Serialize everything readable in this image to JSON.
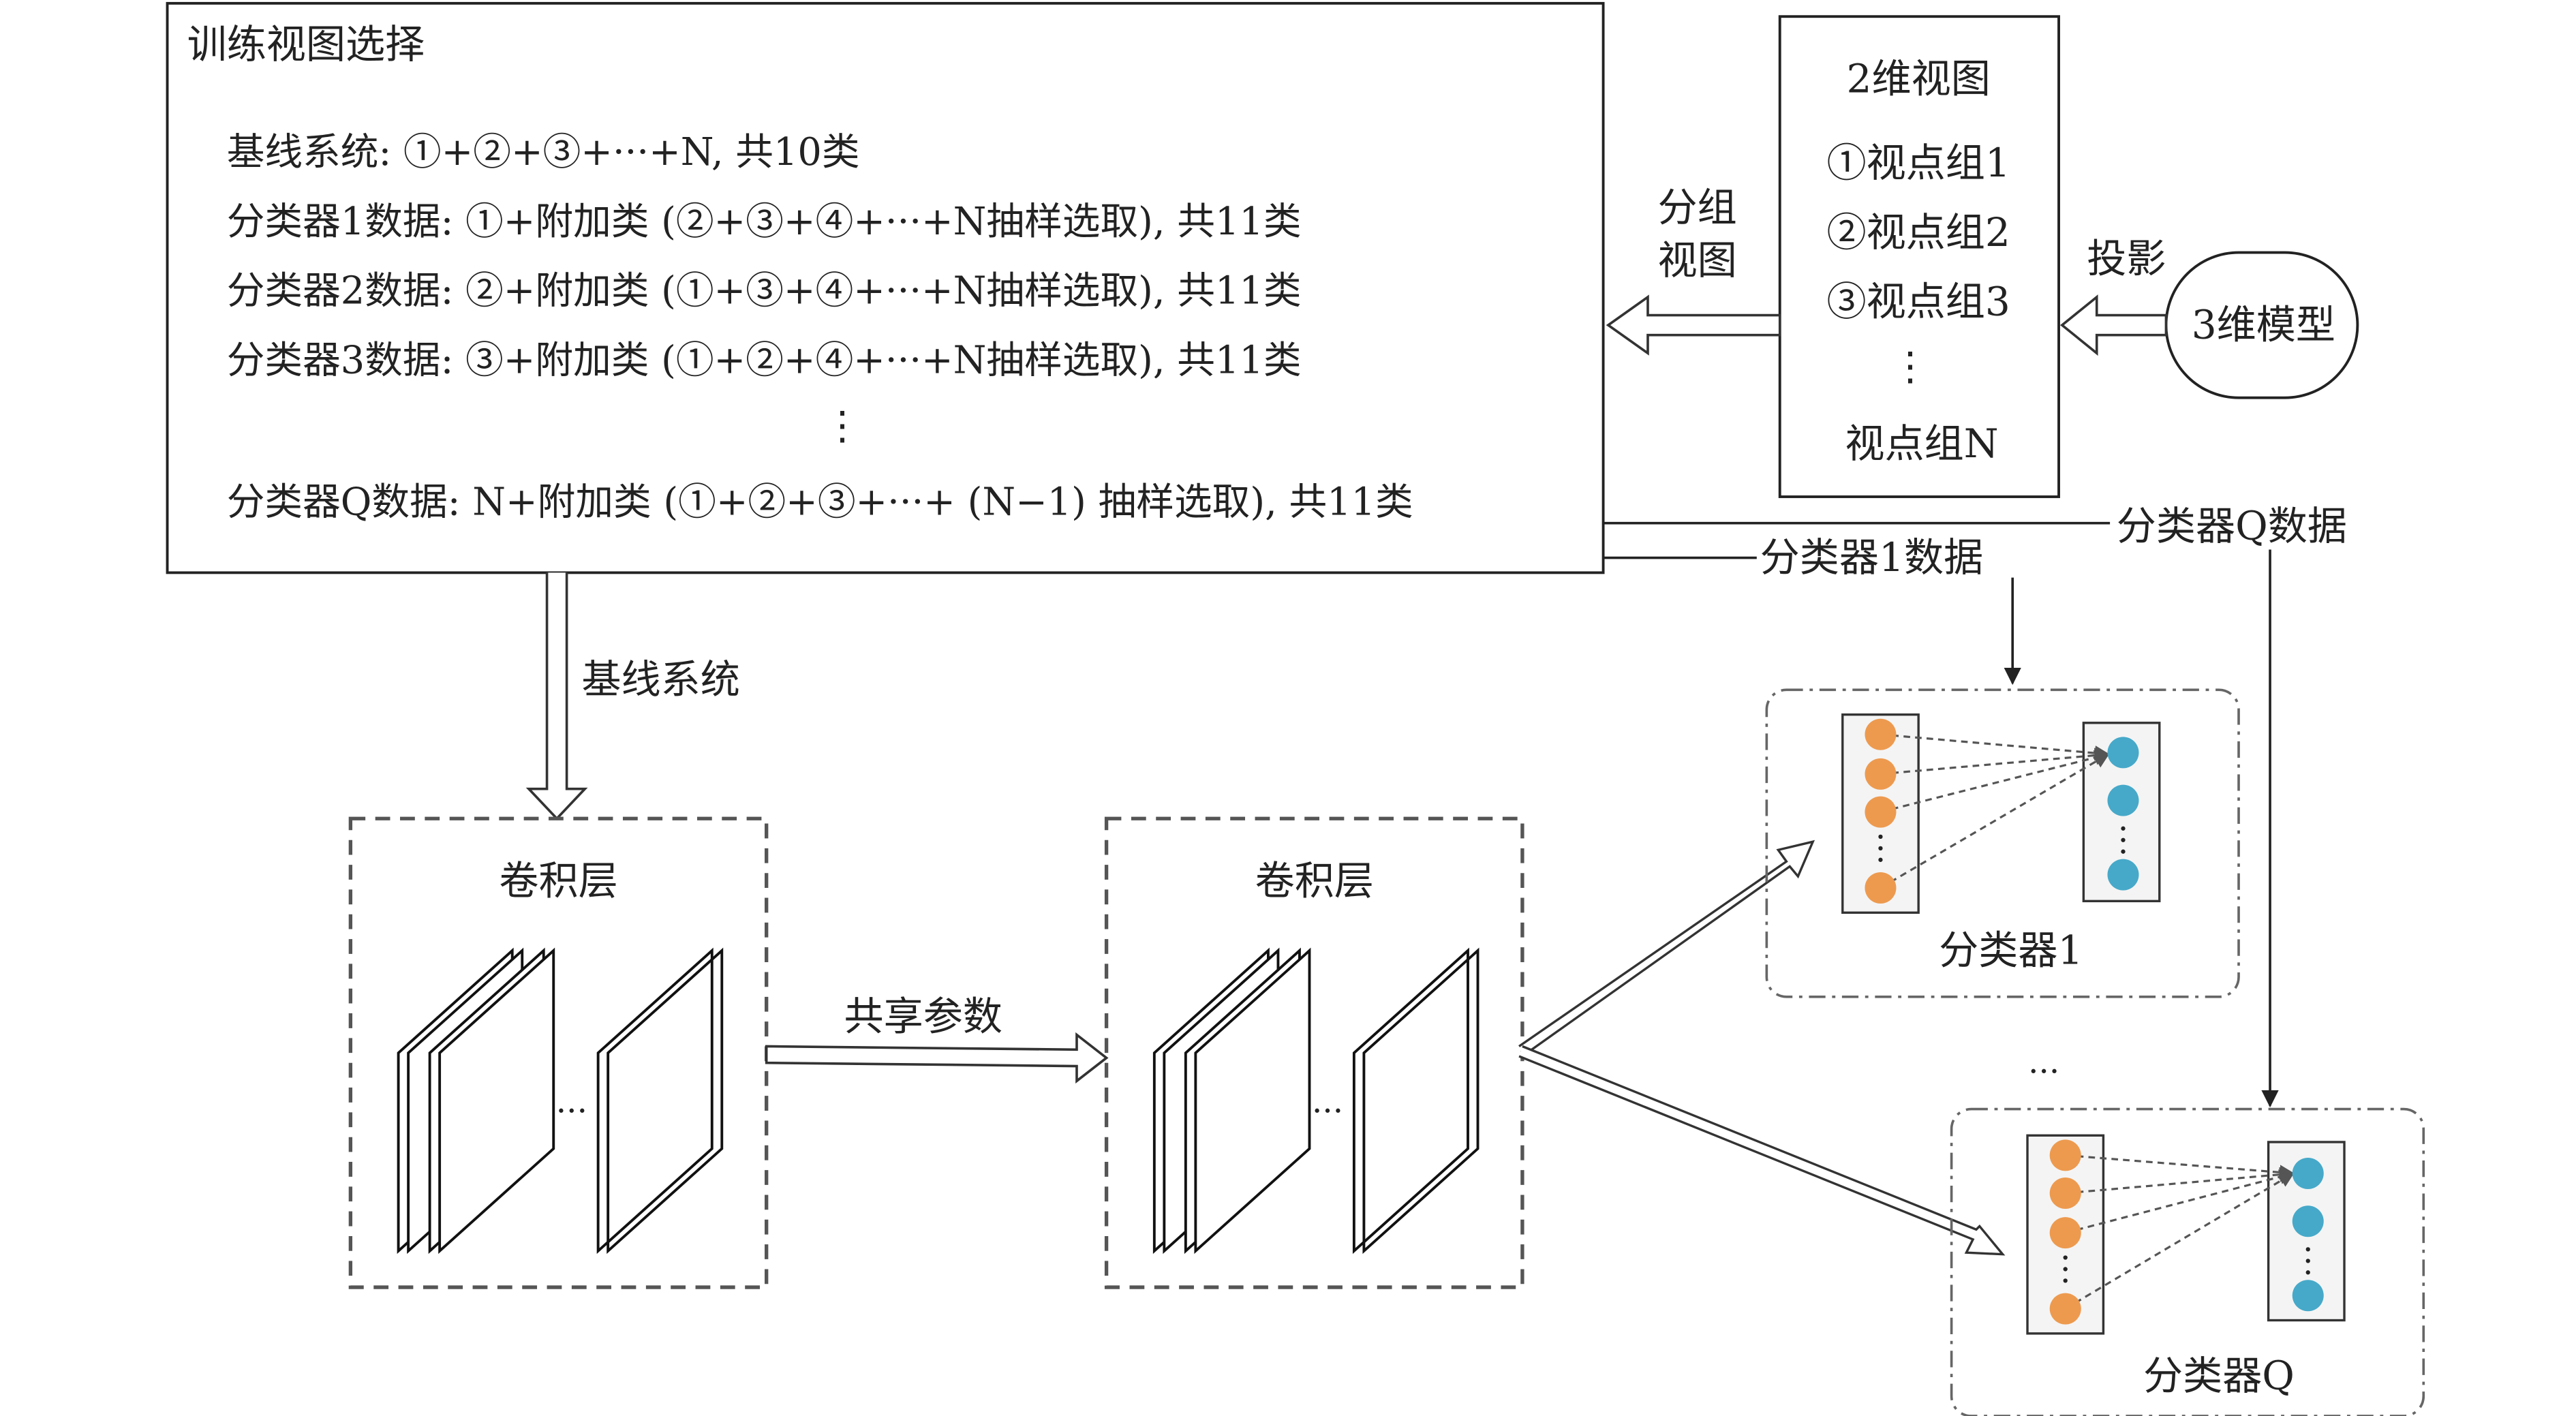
{
  "training_box": {
    "title": "训练视图选择",
    "lines": [
      "基线系统: ①+②+③+···+N, 共10类",
      "分类器1数据: ①+附加类 (②+③+④+···+N抽样选取), 共11类",
      "分类器2数据: ②+附加类 (①+③+④+···+N抽样选取), 共11类",
      "分类器3数据: ③+附加类 (①+②+④+···+N抽样选取), 共11类",
      "⋮",
      "分类器Q数据: N+附加类 (①+②+③+···+ (N−1) 抽样选取), 共11类"
    ]
  },
  "view2d_box": {
    "title": "2维视图",
    "items": [
      "①视点组1",
      "②视点组2",
      "③视点组3",
      "⋮",
      "视点组N"
    ]
  },
  "model3d": "3维模型",
  "projection_label": "投影",
  "group_view_label": [
    "分组",
    "视图"
  ],
  "baseline_label": "基线系统",
  "classifier_q_data_label": "分类器Q数据",
  "classifier_1_data_label": "分类器1数据",
  "conv_labels": [
    "卷积层",
    "卷积层"
  ],
  "ellipsis_h": "···",
  "share_params_label": "共享参数",
  "classifier_1_label": "分类器1",
  "classifier_q_label": "分类器Q",
  "between_classifiers": "···",
  "colors": {
    "orange_node": "#ED9A4F",
    "blue_node": "#46A9C9",
    "stroke": "#222222",
    "dashed_box": "#555555",
    "panel_fill": "#f4f4f4"
  }
}
